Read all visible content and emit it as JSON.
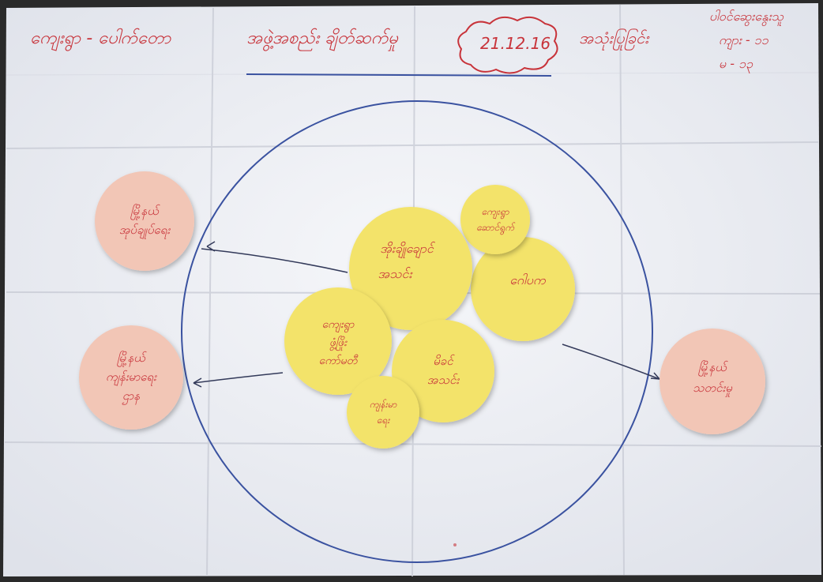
{
  "header": {
    "left_text": "ကျေးရွာ - ပေါက်တော",
    "center_text": "အဖွဲ့အစည်း ချိတ်ဆက်မှု",
    "date_text": "21.12.16",
    "right_text": "အသုံးပြုခြင်း",
    "participants_label": "ပါဝင်ဆွေးနွေးသူ",
    "male_count": "ကျား - ၁၁",
    "female_count": "မ - ၁၃"
  },
  "inner_circles": [
    {
      "text_line1": "ကျေးရွာ",
      "text_line2": "ဆောင်ရွက်"
    },
    {
      "text_line1": "အိုးချိုချောင်",
      "text_line2": "အသင်း"
    },
    {
      "text_line1": "ဂေါပက",
      "text_line2": ""
    },
    {
      "text_line1": "ကျေးရွာ",
      "text_line2": "ဖွံ့ဖြိုး",
      "text_line3": "ကော်မတီ"
    },
    {
      "text_line1": "မိခင်",
      "text_line2": "အသင်း"
    },
    {
      "text_line1": "ကျန်းမာ",
      "text_line2": "ရေး"
    }
  ],
  "outer_circles": [
    {
      "text_line1": "မြို့နယ်",
      "text_line2": "အုပ်ချုပ်ရေး"
    },
    {
      "text_line1": "မြို့နယ်",
      "text_line2": "ကျန်းမာရေး",
      "text_line3": "ဌာန"
    },
    {
      "text_line1": "မြို့နယ်",
      "text_line2": "သတင်းမှု"
    }
  ],
  "colors": {
    "paper": "#eef0f4",
    "ink_red": "#c8333a",
    "ink_blue": "#3a52a0",
    "yellow_note": "#f3e36a",
    "pink_note": "#f2c6b6"
  }
}
